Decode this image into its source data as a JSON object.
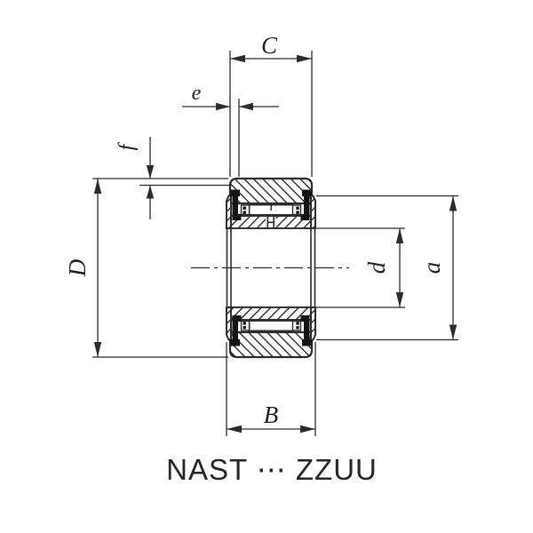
{
  "title": "NAST ⋯ ZZUU",
  "dims": {
    "C": "C",
    "e": "e",
    "f": "f",
    "D": "D",
    "d": "d",
    "a": "a",
    "B": "B"
  },
  "colors": {
    "line": "#2b2b2b",
    "shield": "#141414",
    "background": "#ffffff"
  }
}
